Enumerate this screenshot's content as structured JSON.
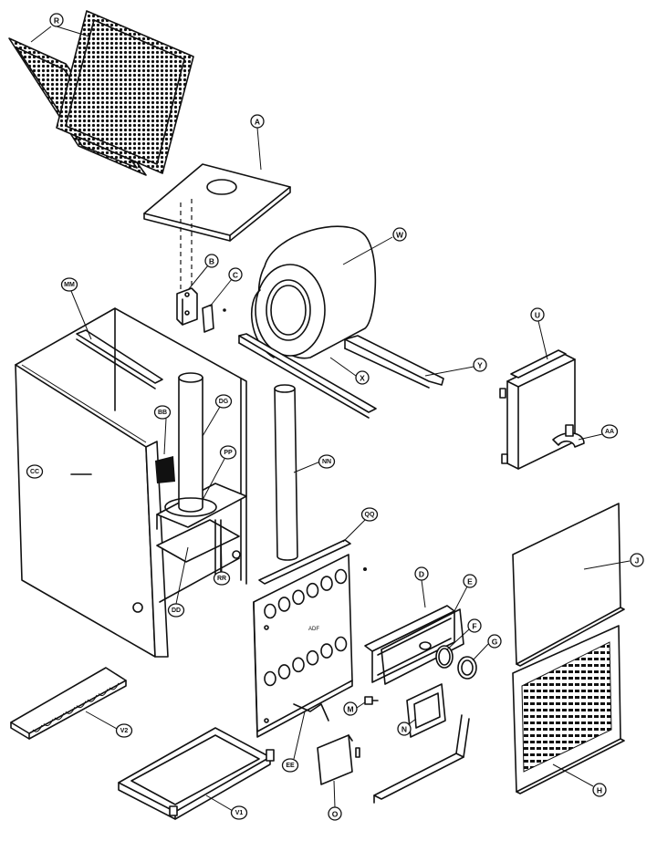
{
  "callouts": {
    "A": "A",
    "B": "B",
    "C": "C",
    "D": "D",
    "E": "E",
    "F": "F",
    "G": "G",
    "H": "H",
    "J": "J",
    "M": "M",
    "N": "N",
    "O": "O",
    "R": "R",
    "U": "U",
    "W": "W",
    "X": "X",
    "Y": "Y",
    "AA": "AA",
    "BB": "BB",
    "CC": "CC",
    "DD": "DD",
    "DG": "DG",
    "EE": "EE",
    "MM": "MM",
    "NN": "NN",
    "PP": "PP",
    "QQ": "QQ",
    "RR": "RR",
    "V1": "V1",
    "V2": "V2"
  },
  "panel_text": "ADF"
}
